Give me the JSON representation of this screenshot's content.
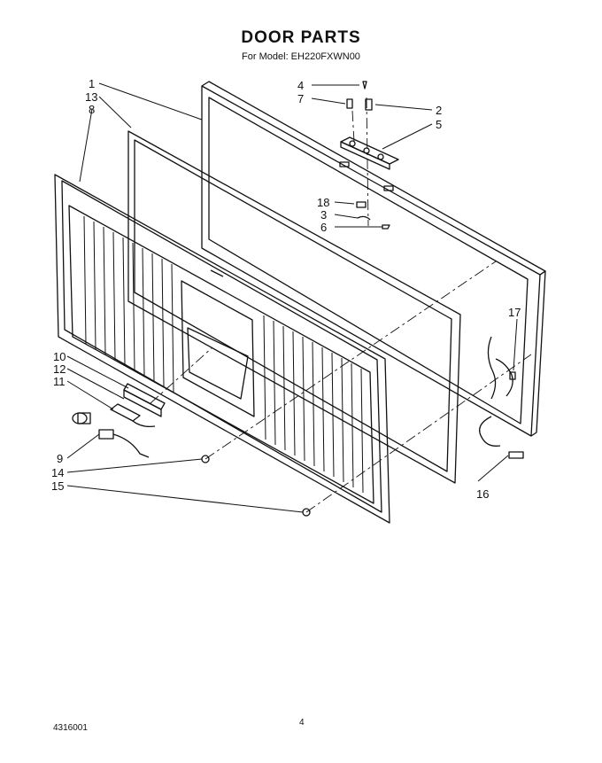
{
  "header": {
    "title": "DOOR PARTS",
    "subtitle": "For Model: EH220FXWN00"
  },
  "callouts": [
    "1",
    "13",
    "8",
    "4",
    "7",
    "2",
    "5",
    "18",
    "3",
    "6",
    "17",
    "10",
    "12",
    "11",
    "9",
    "14",
    "15",
    "16"
  ],
  "footer": {
    "doc_number": "4316001",
    "page_number": "4"
  }
}
